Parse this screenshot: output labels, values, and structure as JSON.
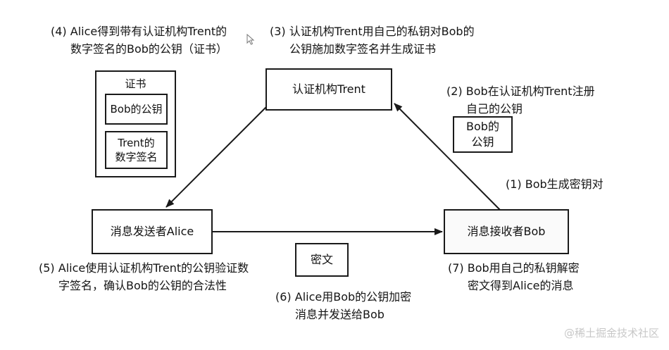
{
  "nodes": {
    "trent": "认证机构Trent",
    "alice": "消息发送者Alice",
    "bob": "消息接收者Bob",
    "bob_key_lines": [
      "Bob的",
      "公钥"
    ],
    "ciphertext": "密文"
  },
  "certificate": {
    "title": "证书",
    "item1": "Bob的公钥",
    "item2_lines": [
      "Trent的",
      "数字签名"
    ]
  },
  "steps": {
    "s1": [
      "(1) Bob生成密钥对"
    ],
    "s2": [
      "(2) Bob在认证机构Trent注册",
      "自己的公钥"
    ],
    "s3": [
      "(3) 认证机构Trent用自己的私钥对Bob的",
      "公钥施加数字签名并生成证书"
    ],
    "s4": [
      "(4) Alice得到带有认证机构Trent的",
      "数字签名的Bob的公钥（证书）"
    ],
    "s5": [
      "(5) Alice使用认证机构Trent的公钥验证数",
      "字签名，确认Bob的公钥的合法性"
    ],
    "s6": [
      "(6) Alice用Bob的公钥加密",
      "消息并发送给Bob"
    ],
    "s7": [
      "(7) Bob用自己的私钥解密",
      "密文得到Alice的消息"
    ]
  },
  "watermark": "@稀土掘金技术社区"
}
